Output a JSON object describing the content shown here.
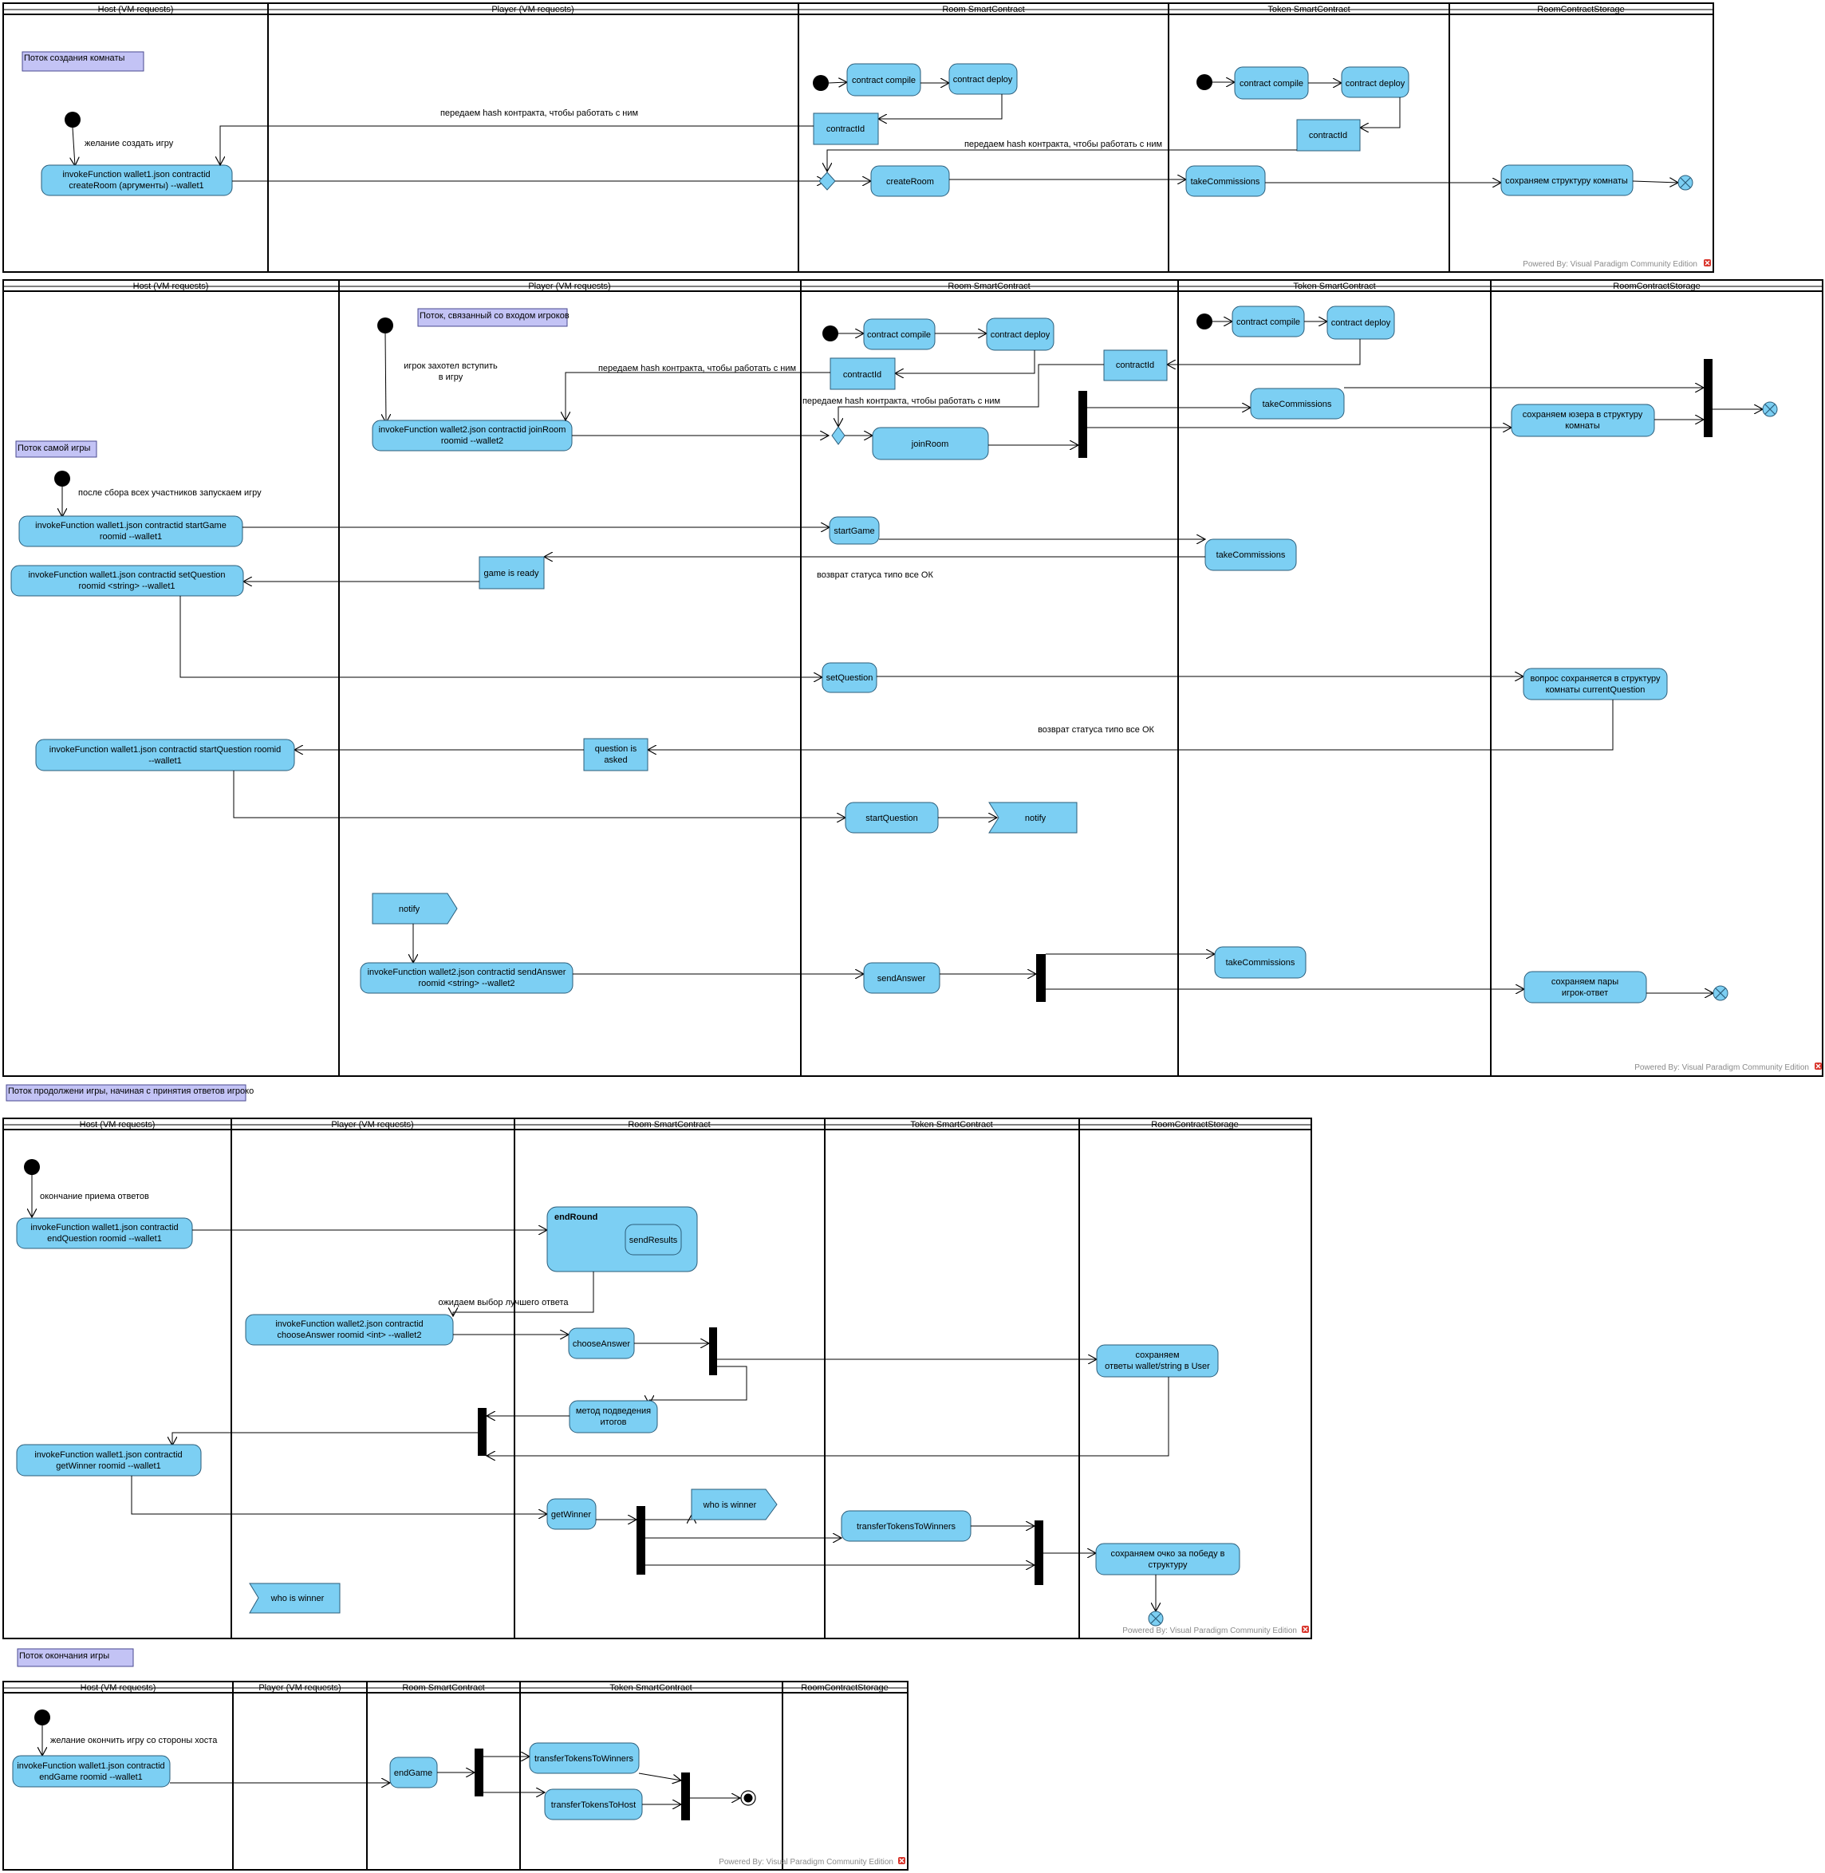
{
  "colors": {
    "node_fill": "#7ccff3",
    "node_stroke": "#2b5d7a",
    "note_fill": "#c3c3f5",
    "line": "#000000"
  },
  "diagrams": [
    {
      "lanes": [
        "Host (VM requests)",
        "Player (VM requests)",
        "Room SmartContract",
        "Token SmartContract",
        "RoomContractStorage"
      ],
      "note": "Поток создания комнаты",
      "labels": {
        "desire": "желание создать игру",
        "pass_hash_1": "передаем hash контракта, чтобы работать с ним",
        "pass_hash_2": "передаем hash контракта, чтобы работать с ним"
      },
      "nodes": {
        "invoke_line1": "invokeFunction wallet1.json contractid",
        "invoke_line2": "createRoom (аргументы) --wallet1",
        "contract_compile": "contract compile",
        "contract_deploy": "contract deploy",
        "contractid": "contractId",
        "create_room": "createRoom",
        "token_compile": "contract compile",
        "token_deploy": "contract deploy",
        "token_contractid": "contractId",
        "take_commissions": "takeCommissions",
        "save_room": "сохраняем структуру комнаты"
      },
      "powered": "Powered By: Visual Paradigm Community Edition"
    },
    {
      "lanes": [
        "Host (VM requests)",
        "Player (VM requests)",
        "Room SmartContract",
        "Token SmartContract",
        "RoomContractStorage"
      ],
      "notes": {
        "join": "Поток, связанный со входом игроков",
        "game": "Поток самой игры"
      },
      "labels": {
        "wants_join_1": "игрок захотел вступить",
        "wants_join_2": "в игру",
        "pass_hash_1": "передаем hash контракта, чтобы работать с ним",
        "pass_hash_2": "передаем hash контракта, чтобы работать с ним",
        "after_collect": "после сбора всех участников запускаем игру",
        "status_ok_1": "возврат статуса типо все ОК",
        "status_ok_2": "возврат статуса типо все ОК"
      },
      "nodes": {
        "join_line1": "invokeFunction wallet2.json contractid joinRoom",
        "join_line2": "roomid --wallet2",
        "contract_compile": "contract compile",
        "contract_deploy": "contract deploy",
        "contractid": "contractId",
        "join_room": "joinRoom",
        "token_compile": "contract compile",
        "token_deploy": "contract deploy",
        "token_contractid": "contractId",
        "take_commissions_1": "takeCommissions",
        "save_user_1": "сохраняем юзера в структуру",
        "save_user_2": "комнаты",
        "start_game_line1": "invokeFunction wallet1.json contractid startGame",
        "start_game_line2": "roomid --wallet1",
        "start_game": "startGame",
        "take_commissions_2": "takeCommissions",
        "game_ready": "game is ready",
        "set_q_line1": "invokeFunction wallet1.json contractid setQuestion",
        "set_q_line2": "roomid <string> --wallet1",
        "set_question": "setQuestion",
        "q_saved_1": "вопрос сохраняется в структуру",
        "q_saved_2": "комнаты currentQuestion",
        "start_q_line1": "invokeFunction wallet1.json contractid startQuestion roomid",
        "start_q_line2": "--wallet1",
        "question_asked_1": "question is",
        "question_asked_2": "asked",
        "start_question": "startQuestion",
        "notify_1": "notify",
        "notify_2": "notify",
        "send_a_line1": "invokeFunction wallet2.json contractid sendAnswer",
        "send_a_line2": "roomid <string> --wallet2",
        "send_answer": "sendAnswer",
        "take_commissions_3": "takeCommissions",
        "save_pairs_1": "сохраняем пары",
        "save_pairs_2": "игрок-ответ"
      },
      "powered": "Powered By: Visual Paradigm Community Edition"
    },
    {
      "note": "Поток продолжени игры, начиная с принятия ответов игроко",
      "lanes": [
        "Host (VM requests)",
        "Player (VM requests)",
        "Room SmartContract",
        "Token SmartContract",
        "RoomContractStorage"
      ],
      "labels": {
        "end_answers": "окончание приема ответов",
        "waiting_best": "ожидаем выбор лучшего ответа"
      },
      "nodes": {
        "end_q_line1": "invokeFunction wallet1.json contractid",
        "end_q_line2": "endQuestion roomid --wallet1",
        "end_round": "endRound",
        "send_results": "sendResults",
        "choose_line1": "invokeFunction wallet2.json contractid",
        "choose_line2": "chooseAnswer roomid <int> --wallet2",
        "choose_answer": "chooseAnswer",
        "save_answers_1": "сохраняем",
        "save_answers_2": "ответы wallet/string в User",
        "summary_1": "метод подведения",
        "summary_2": "итогов",
        "winner_line1": "invokeFunction wallet1.json contractid",
        "winner_line2": "getWinner roomid --wallet1",
        "get_winner": "getWinner",
        "who_is_winner_1": "who is winner",
        "who_is_winner_2": "who is winner",
        "transfer": "transferTokensToWinners",
        "save_point_1": "сохраняем очко за победу в",
        "save_point_2": "структуру"
      },
      "powered": "Powered By: Visual Paradigm Community Edition"
    },
    {
      "note": "Поток окончания игры",
      "lanes": [
        "Host (VM requests)",
        "Player (VM requests)",
        "Room SmartContract",
        "Token SmartContract",
        "RoomContractStorage"
      ],
      "labels": {
        "desire_end": "желание окончить игру со стороны хоста"
      },
      "nodes": {
        "end_line1": "invokeFunction wallet1.json contractid",
        "end_line2": "endGame roomid --wallet1",
        "end_game": "endGame",
        "transfer_winners": "transferTokensToWinners",
        "transfer_host": "transferTokensToHost"
      },
      "powered": "Powered By: Visual Paradigm Community Edition"
    }
  ]
}
